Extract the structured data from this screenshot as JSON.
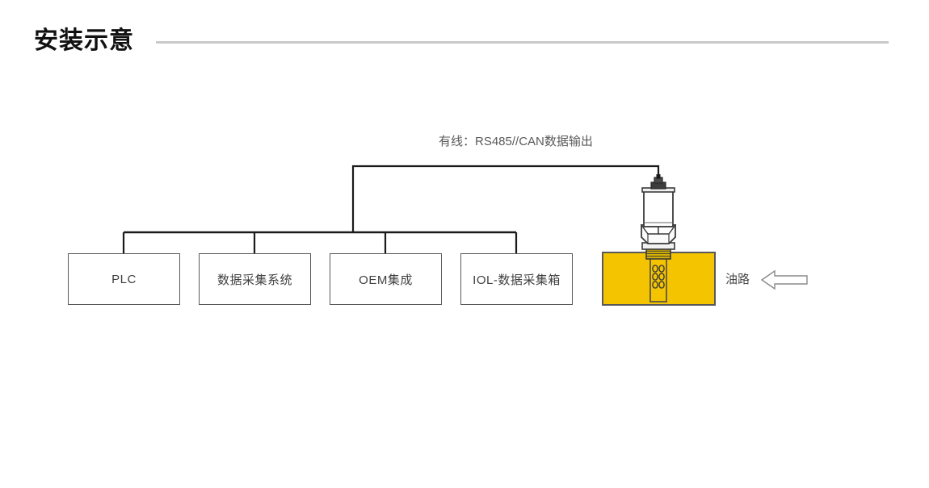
{
  "header": {
    "title": "安装示意",
    "rule_color": "#c9c9c9"
  },
  "diagram": {
    "bus_label": "有线：RS485//CAN数据输出",
    "devices": [
      {
        "id": "plc",
        "label": "PLC"
      },
      {
        "id": "daq",
        "label": "数据采集系统"
      },
      {
        "id": "oem",
        "label": "OEM集成"
      },
      {
        "id": "iol",
        "label": "IOL-数据采集箱"
      }
    ],
    "oil_block": {
      "label": "",
      "color": "#f5c400",
      "border_color": "#585858"
    },
    "oil_route": {
      "label": "油路",
      "arrow_direction": "left",
      "arrow_color": "#7c7c7c"
    },
    "sensor": {
      "name": "pressure-sensor",
      "body_color": "#ffffff",
      "outline_color": "#3a3a3a",
      "connector_color": "#3d3d3d",
      "thread_color": "#c9a500",
      "probe_hole_count": 6
    },
    "wiring": {
      "line_color": "#1a1a1a",
      "branch_color": "#6b6b6b"
    }
  }
}
